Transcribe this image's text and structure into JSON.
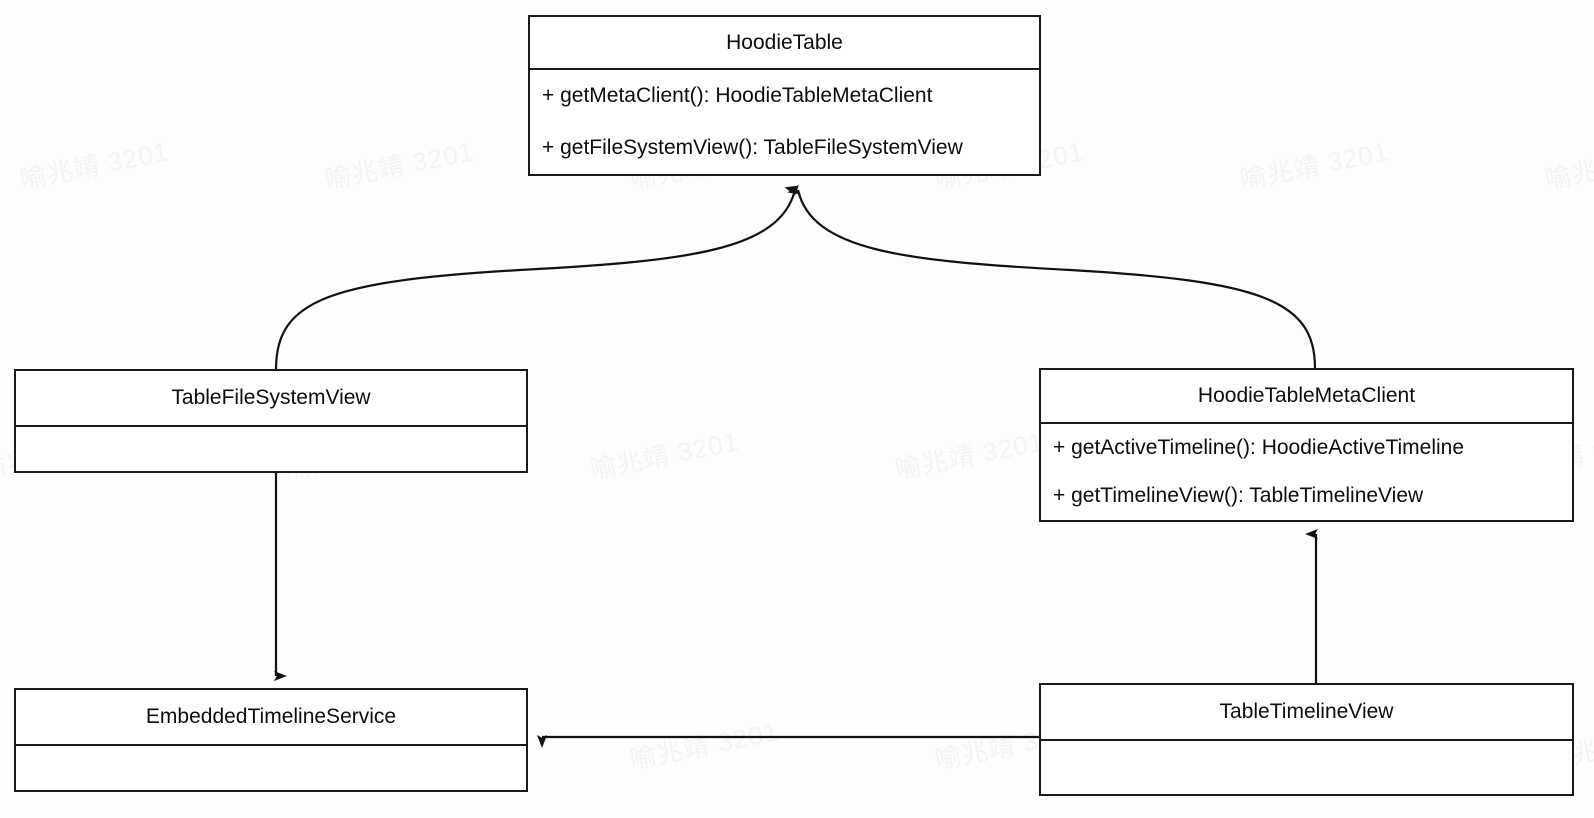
{
  "diagram": {
    "title": "HoodieTable UML class diagram",
    "type": "uml-class-diagram",
    "background_color": "#fcfefd",
    "line_color": "#1a1a1a",
    "text_color": "#0d0d0d",
    "watermark": {
      "text": "喻兆靖 3201",
      "color": "#f1f4f3",
      "rotation_deg": -11
    },
    "classes": [
      {
        "id": "hoodie-table",
        "name": "HoodieTable",
        "members": [
          "+ getMetaClient(): HoodieTableMetaClient",
          "+ getFileSystemView(): TableFileSystemView"
        ]
      },
      {
        "id": "table-file-system-view",
        "name": "TableFileSystemView",
        "members": []
      },
      {
        "id": "hoodie-table-meta-client",
        "name": "HoodieTableMetaClient",
        "members": [
          "+ getActiveTimeline(): HoodieActiveTimeline",
          "+ getTimelineView(): TableTimelineView"
        ]
      },
      {
        "id": "embedded-timeline-service",
        "name": "EmbeddedTimelineService",
        "members": []
      },
      {
        "id": "table-timeline-view",
        "name": "TableTimelineView",
        "members": []
      }
    ],
    "relations": [
      {
        "from": "table-file-system-view",
        "to": "hoodie-table",
        "style": "curved",
        "arrow": "solid-filled"
      },
      {
        "from": "hoodie-table-meta-client",
        "to": "hoodie-table",
        "style": "curved",
        "arrow": "solid-filled"
      },
      {
        "from": "table-file-system-view",
        "to": "embedded-timeline-service",
        "style": "straight",
        "arrow": "solid-filled"
      },
      {
        "from": "table-timeline-view",
        "to": "hoodie-table-meta-client",
        "style": "straight",
        "arrow": "solid-filled"
      },
      {
        "from": "table-timeline-view",
        "to": "embedded-timeline-service",
        "style": "straight",
        "arrow": "solid-filled"
      }
    ]
  }
}
